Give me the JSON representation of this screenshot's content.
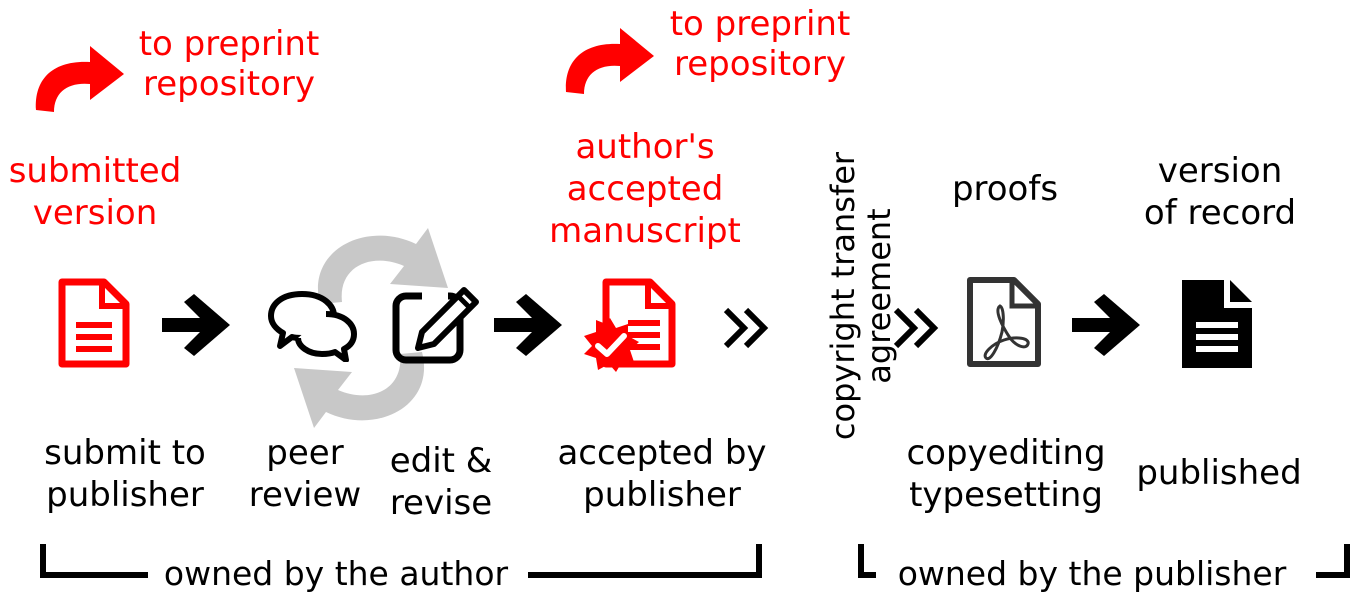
{
  "colors": {
    "highlight": "#ff0000",
    "ink": "#000000",
    "cycle": "#c8c8c8",
    "proof": "#333333"
  },
  "repository_labels": [
    {
      "line1": "to preprint",
      "line2": "repository"
    },
    {
      "line1": "to preprint",
      "line2": "repository"
    }
  ],
  "versions": {
    "submitted": {
      "line1": "submitted",
      "line2": "version"
    },
    "accepted": {
      "line1": "author's",
      "line2": "accepted",
      "line3": "manuscript"
    },
    "proofs": "proofs",
    "record": {
      "line1": "version",
      "line2": "of record"
    }
  },
  "transfer": {
    "line1": "copyright transfer",
    "line2": "agreement"
  },
  "steps": {
    "submit": {
      "line1": "submit to",
      "line2": "publisher"
    },
    "peer_review": {
      "line1": "peer",
      "line2": "review"
    },
    "edit": {
      "line1": "edit &",
      "line2": "revise"
    },
    "accepted": {
      "line1": "accepted by",
      "line2": "publisher"
    },
    "copyediting": {
      "line1": "copyediting",
      "line2": "typesetting"
    },
    "published": "published"
  },
  "ownership": {
    "author": "owned by the author",
    "publisher": "owned by the publisher"
  },
  "icons": [
    "curved-arrow-icon",
    "document-icon",
    "arrow-right-icon",
    "chat-bubbles-icon",
    "cycle-arrows-icon",
    "edit-pencil-icon",
    "accepted-document-badge-icon",
    "double-chevron-icon",
    "pdf-document-icon",
    "filled-document-icon"
  ]
}
